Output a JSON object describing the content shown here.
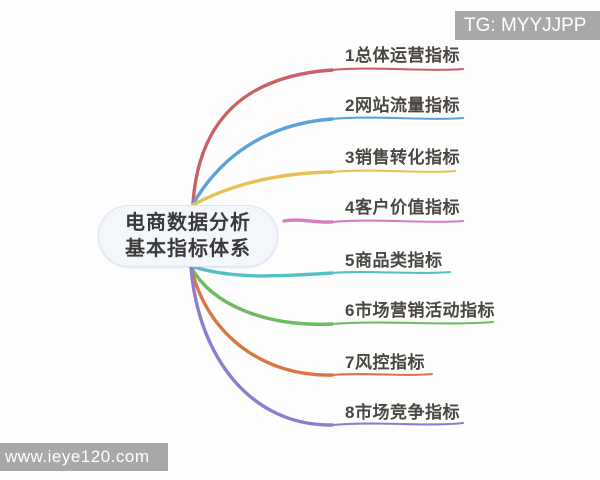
{
  "watermarks": {
    "top_right": "TG: MYYJJPP",
    "bottom_left": "www.ieye120.com"
  },
  "central_node": {
    "line1": "电商数据分析",
    "line2": "基本指标体系"
  },
  "branches": [
    {
      "label": "1总体运营指标",
      "color": "#cb5f68"
    },
    {
      "label": "2网站流量指标",
      "color": "#5aa2d8"
    },
    {
      "label": "3销售转化指标",
      "color": "#e7c157"
    },
    {
      "label": "4客户价值指标",
      "color": "#d57cc4"
    },
    {
      "label": "5商品类指标",
      "color": "#54c0c6"
    },
    {
      "label": "6市场营销活动指标",
      "color": "#6dbd60"
    },
    {
      "label": "7风控指标",
      "color": "#dc7544"
    },
    {
      "label": "8市场竞争指标",
      "color": "#8b7ed1"
    }
  ],
  "colors": {
    "background": "#ffffff",
    "node_fill": "#f3f6fb",
    "node_border": "#dde4ef",
    "label_text": "#4a4641",
    "watermark_bg": "#a8a8a8",
    "watermark_text": "#ffffff"
  }
}
